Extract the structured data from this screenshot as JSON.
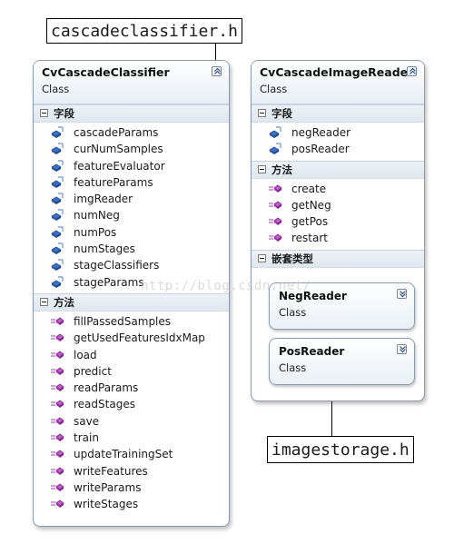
{
  "files": {
    "top": "cascadeclassifier.h",
    "bottom": "imagestorage.h"
  },
  "classifier": {
    "name": "CvCascadeClassifier",
    "kind": "Class",
    "fields_label": "字段",
    "fields": [
      "cascadeParams",
      "curNumSamples",
      "featureEvaluator",
      "featureParams",
      "imgReader",
      "numNeg",
      "numPos",
      "numStages",
      "stageClassifiers",
      "stageParams"
    ],
    "methods_label": "方法",
    "methods": [
      "fillPassedSamples",
      "getUsedFeaturesIdxMap",
      "load",
      "predict",
      "readParams",
      "readStages",
      "save",
      "train",
      "updateTrainingSet",
      "writeFeatures",
      "writeParams",
      "writeStages"
    ]
  },
  "reader": {
    "name": "CvCascadeImageReader",
    "kind": "Class",
    "fields_label": "字段",
    "fields": [
      "negReader",
      "posReader"
    ],
    "methods_label": "方法",
    "methods": [
      "create",
      "getNeg",
      "getPos",
      "restart"
    ],
    "nested_label": "嵌套类型",
    "nested": [
      {
        "name": "NegReader",
        "kind": "Class"
      },
      {
        "name": "PosReader",
        "kind": "Class"
      }
    ]
  },
  "watermark": "http://blog.csdn.net/",
  "colors": {
    "field_icon": "#3b6fc9",
    "method_icon": "#a63ab3",
    "border": "#8a9bb0"
  }
}
